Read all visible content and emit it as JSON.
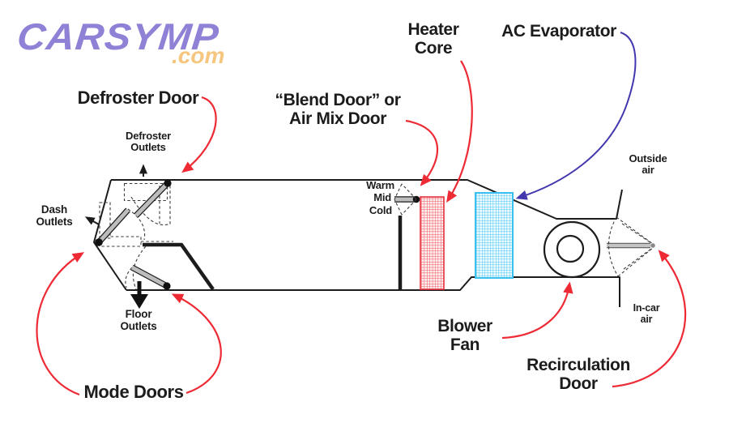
{
  "logo": {
    "brand": "CARSYMP",
    "tld": ".com"
  },
  "annotations": {
    "defroster_door": "Defroster Door",
    "blend_door": [
      "“Blend Door” or",
      "Air Mix Door"
    ],
    "heater_core": [
      "Heater",
      "Core"
    ],
    "ac_evaporator": "AC Evaporator",
    "blower_fan": [
      "Blower",
      "Fan"
    ],
    "recirculation_door": [
      "Recirculation",
      "Door"
    ],
    "mode_doors": "Mode Doors"
  },
  "duct_labels": {
    "defroster_outlets": [
      "Defroster",
      "Outlets"
    ],
    "dash_outlets": [
      "Dash",
      "Outlets"
    ],
    "floor_outlets": [
      "Floor",
      "Outlets"
    ],
    "blend_positions": [
      "Warm",
      "Mid",
      "Cold"
    ],
    "outside_air": [
      "Outside",
      "air"
    ],
    "incar_air": [
      "In-car",
      "air"
    ]
  },
  "colors": {
    "annotation_red": "#ee2a35",
    "annotation_blue": "#4338ae",
    "evaporator_cyan": "#3ac0ef",
    "heater_red": "#e8323c",
    "logo_purple": "#8e81d6",
    "logo_orange": "#f6c57e",
    "ink": "#1c1c1c"
  }
}
